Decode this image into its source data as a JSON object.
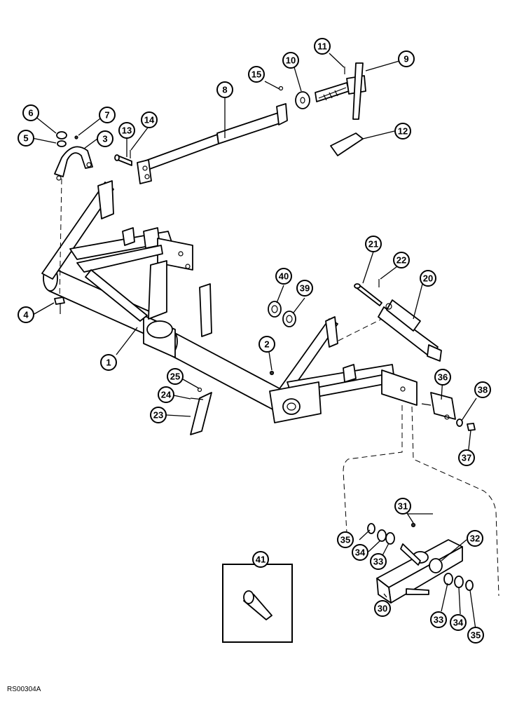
{
  "reference_code": "RS00304A",
  "callouts": [
    "1",
    "2",
    "3",
    "4",
    "5",
    "6",
    "7",
    "8",
    "9",
    "10",
    "11",
    "12",
    "13",
    "14",
    "15",
    "20",
    "21",
    "22",
    "23",
    "24",
    "25",
    "30",
    "31",
    "32",
    "33",
    "34",
    "35",
    "36",
    "37",
    "38",
    "39",
    "40",
    "41"
  ],
  "colors": {
    "ink": "#000000",
    "paper": "#ffffff"
  }
}
